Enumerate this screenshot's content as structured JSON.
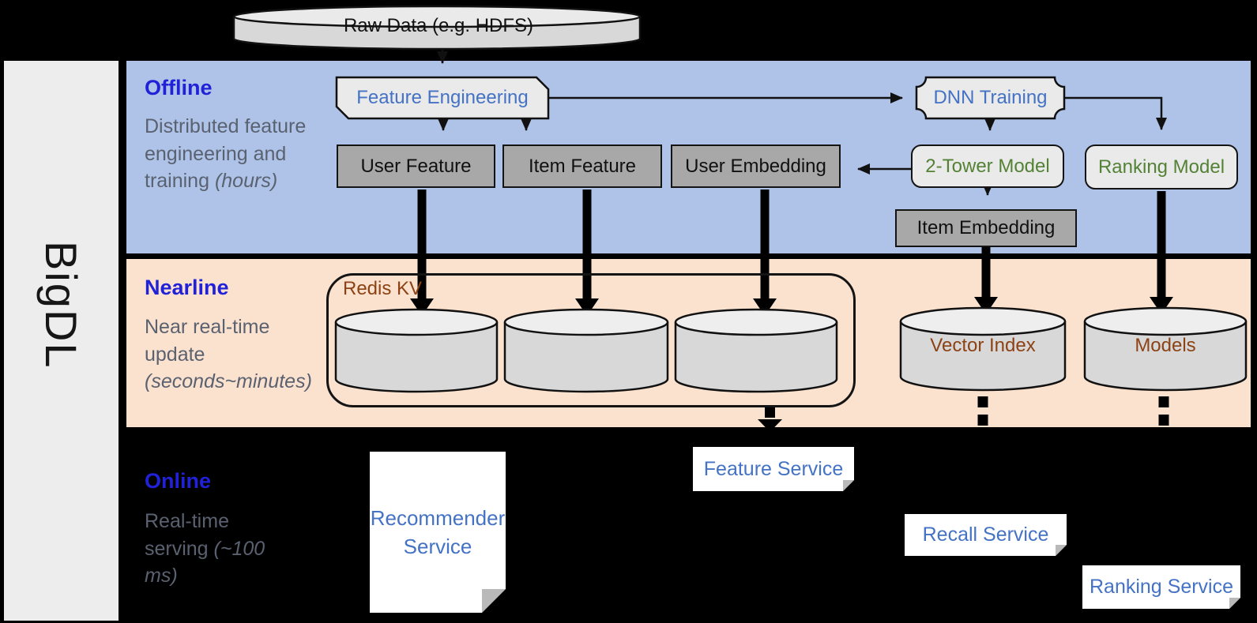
{
  "brand": "BigDL",
  "raw_data_label": "Raw Data (e.g. HDFS)",
  "bands": {
    "offline": {
      "title": "Offline",
      "desc": "Distributed feature engineering and training",
      "note": "(hours)"
    },
    "nearline": {
      "title": "Nearline",
      "desc": "Near real-time update",
      "note": "(seconds~minutes)"
    },
    "online": {
      "title": "Online",
      "desc": "Real-time serving",
      "note": "(~100 ms)"
    }
  },
  "nodes": {
    "feature_engineering": "Feature Engineering",
    "dnn_training": "DNN Training",
    "user_feature": "User Feature",
    "item_feature": "Item Feature",
    "user_embedding": "User Embedding",
    "two_tower_model": "2-Tower Model",
    "ranking_model": "Ranking Model",
    "item_embedding": "Item Embedding",
    "redis_kv": "Redis KV",
    "vector_index": "Vector Index",
    "models": "Models"
  },
  "services": {
    "recommender": "Recommender Service",
    "feature": "Feature Service",
    "recall": "Recall Service",
    "ranking": "Ranking Service"
  },
  "colors": {
    "offline_band": "#aec3e7",
    "nearline_band": "#fbe2cf",
    "online_band": "#000000",
    "section_title_blue": "#2121d8",
    "description_gray": "#5a6170",
    "node_label_blue": "#4472c4",
    "model_label_green": "#548235",
    "storage_label_brown": "#8c4214",
    "gray_node_fill": "#a8a8a8",
    "light_node_fill": "#eaeaea",
    "sidebar_fill": "#ededed"
  }
}
